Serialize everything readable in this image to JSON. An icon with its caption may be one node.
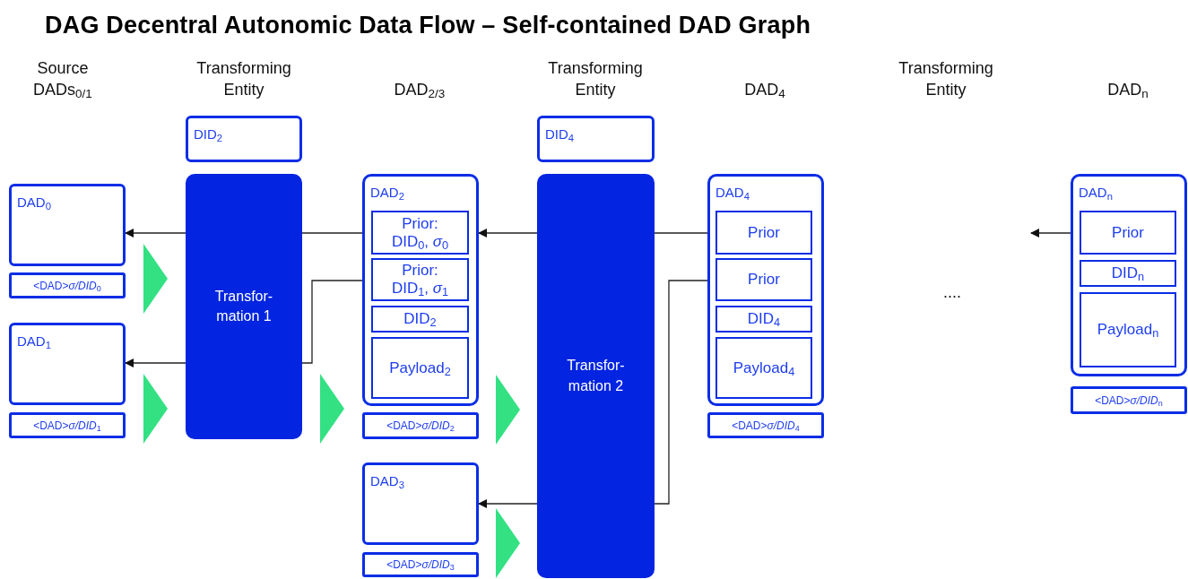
{
  "diagram": {
    "title": "DAG Decentral Autonomic Data Flow – Self-contained DAD Graph",
    "nodes": [
      {
        "text": [
          "DAD$_{0}$"
        ]
      },
      {
        "text": [
          "<DAD>*σ/DID*$_{0}$"
        ]
      },
      {
        "text": [
          "DAD$_{1}$"
        ]
      },
      {
        "text": [
          "<DAD>*σ/DID*$_{1}$"
        ]
      },
      {
        "text": [
          "DID$_{2}$"
        ]
      },
      {
        "text": [
          "Transfor- mation 1"
        ]
      },
      {
        "text": [
          "DAD$_{2}$"
        ]
      },
      {
        "text": [
          "Prior: DID$_{0}$, *σ*$_{0}$"
        ],
        "in": 6
      },
      {
        "text": [
          "Prior: DID$_{1}$, *σ*$_{1}$"
        ],
        "in": 6
      },
      {
        "text": [
          "DID$_{2}$"
        ],
        "in": 6
      },
      {
        "text": [
          "Payload$_{2}$"
        ],
        "in": 6
      },
      {
        "text": [
          "<DAD>*σ/DID*$_{2}$"
        ]
      },
      {
        "text": [
          "DAD$_{3}$"
        ]
      },
      {
        "text": [
          "<DAD>*σ/DID*$_{3}$"
        ]
      },
      {
        "text": [
          "DID$_{4}$"
        ]
      },
      {
        "text": [
          "Transfor- mation 2"
        ]
      },
      {
        "text": [
          "DAD$_{4}$"
        ]
      },
      {
        "text": [
          "Prior"
        ],
        "in": 16
      },
      {
        "text": [
          "Prior"
        ],
        "in": 16
      },
      {
        "text": [
          "DID$_{4}$"
        ],
        "in": 16
      },
      {
        "text": [
          "Payload$_{4}$"
        ],
        "in": 16
      },
      {
        "text": [
          "<DAD>*σ/DID*$_{4}$"
        ]
      },
      {
        "text": [
          "DAD$_{n}$"
        ]
      },
      {
        "text": [
          "Prior"
        ],
        "in": 22
      },
      {
        "text": [
          "DID$_{n}$"
        ],
        "in": 22
      },
      {
        "text": [
          "Payload$_{n}$"
        ],
        "in": 22
      },
      {
        "text": [
          "<DAD>*σ/DID*$_{n}$"
        ]
      },
      {
        "text": [],
        "shape": "triangle"
      },
      {
        "text": [],
        "shape": "triangle"
      },
      {
        "text": [],
        "shape": "triangle"
      },
      {
        "text": [],
        "shape": "triangle"
      },
      {
        "text": [],
        "shape": "triangle"
      }
    ],
    "edges": [
      {
        "from": 7,
        "to": 5,
        "arrow": "none"
      },
      {
        "from": 5,
        "to": 0,
        "arrow": "to"
      },
      {
        "from": 8,
        "to": 5,
        "arrow": "none"
      },
      {
        "from": 5,
        "to": 2,
        "arrow": "to"
      },
      {
        "from": 17,
        "to": 15,
        "arrow": "none"
      },
      {
        "from": 15,
        "to": 6,
        "arrow": "to"
      },
      {
        "from": 18,
        "to": 15,
        "arrow": "none"
      },
      {
        "from": 15,
        "to": 12,
        "arrow": "to"
      },
      {
        "from": 23,
        "to": null,
        "arrow": "to"
      }
    ],
    "labels": [
      "Source DADs$_{0/1}$",
      "Transforming Entity",
      "DAD$_{2/3}$",
      "Transforming Entity",
      "DAD$_{4}$",
      "Transforming Entity",
      "DAD$_{n}$",
      "...."
    ]
  }
}
